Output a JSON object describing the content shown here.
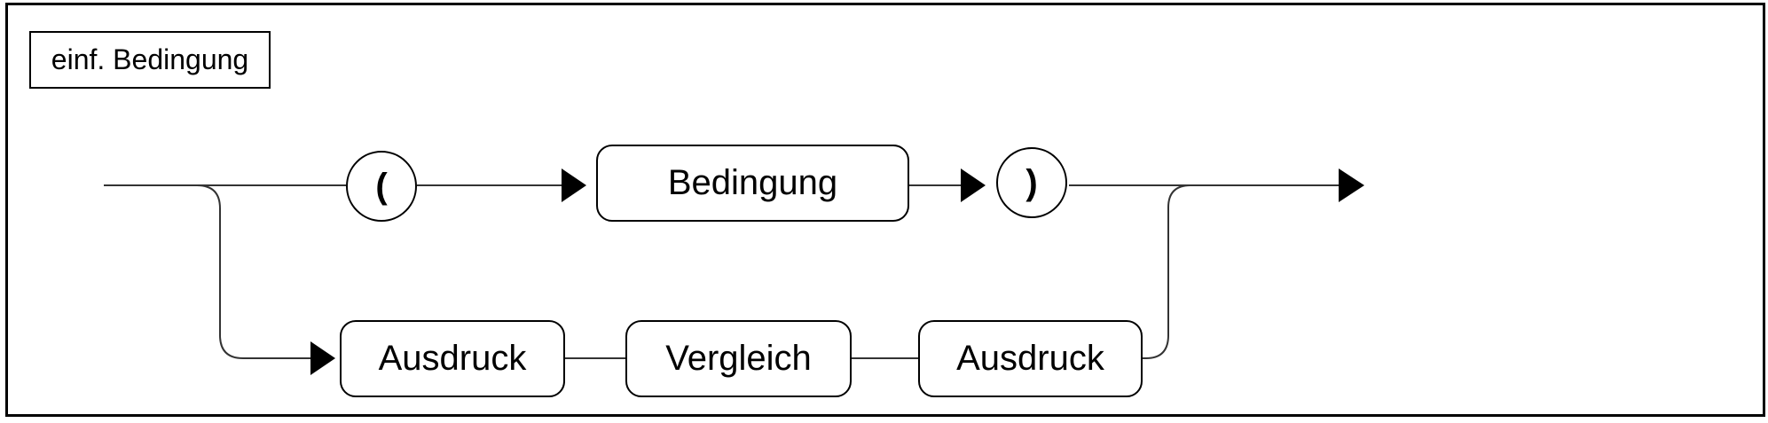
{
  "colors": {
    "background": "#ffffff",
    "line_stroke": "#333333",
    "node_border": "#000000",
    "arrow_fill": "#000000",
    "text": "#000000"
  },
  "diagram": {
    "title": "einf. Bedingung",
    "type": "railroad-syntax-diagram",
    "rule": {
      "alternatives": [
        {
          "path": "top",
          "elements": [
            {
              "kind": "terminal",
              "label": "("
            },
            {
              "kind": "nonterminal",
              "label": "Bedingung"
            },
            {
              "kind": "terminal",
              "label": ")"
            }
          ]
        },
        {
          "path": "bottom",
          "elements": [
            {
              "kind": "nonterminal",
              "label": "Ausdruck"
            },
            {
              "kind": "nonterminal",
              "label": "Vergleich"
            },
            {
              "kind": "nonterminal",
              "label": "Ausdruck"
            }
          ]
        }
      ]
    }
  }
}
